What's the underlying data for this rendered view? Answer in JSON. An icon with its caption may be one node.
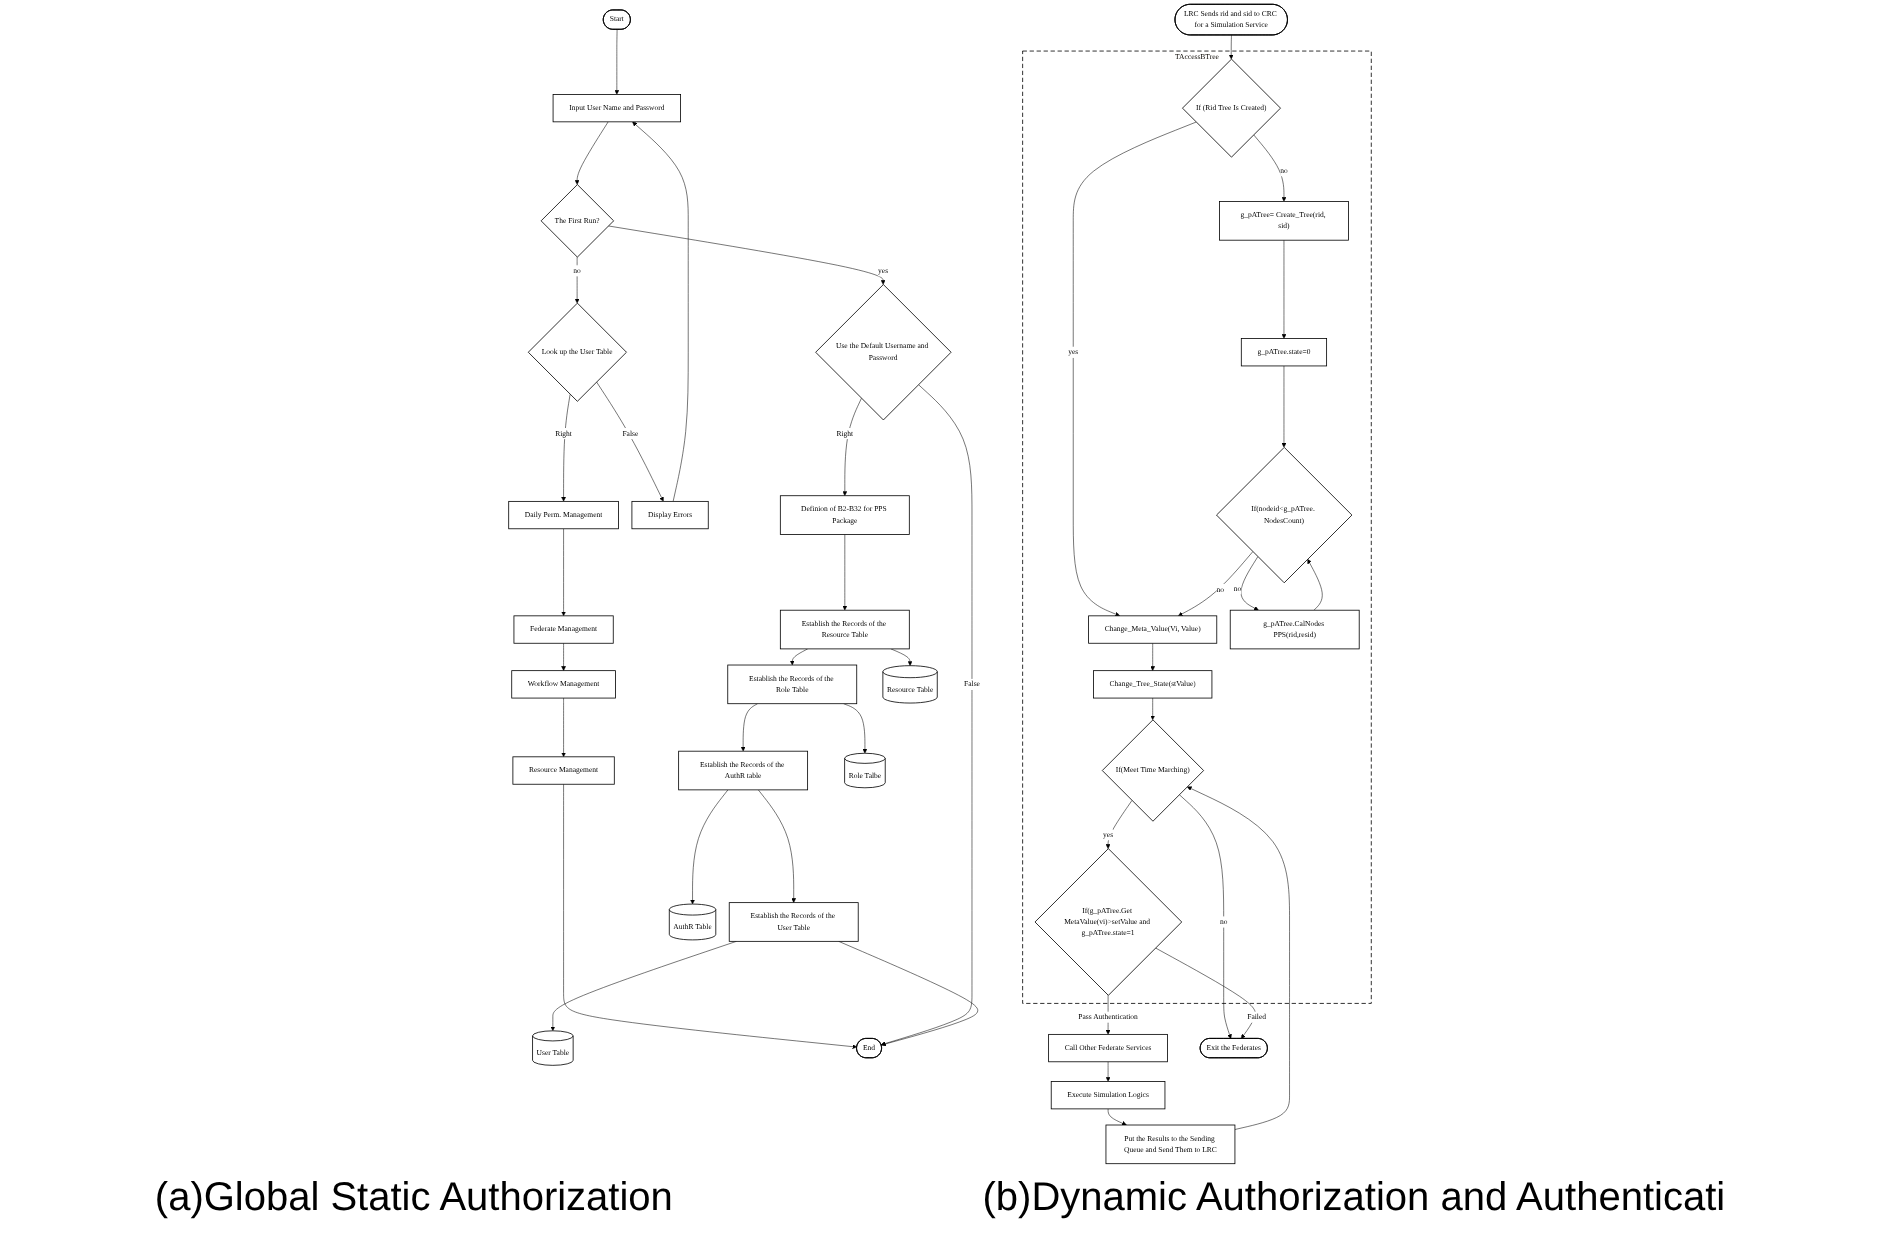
{
  "diagram": {
    "nodes": [
      {
        "text": [
          "Start"
        ]
      },
      {
        "text": [
          "Input User Name and Password"
        ]
      },
      {
        "text": [
          "The First Run?"
        ]
      },
      {
        "text": [
          "Display Errors"
        ]
      },
      {
        "text": [
          "Look up the User Table"
        ]
      },
      {
        "text": [
          "Use the Default Username and Password"
        ]
      },
      {
        "text": [
          "Daily Perm. Management"
        ]
      },
      {
        "text": [
          "Federate Management"
        ]
      },
      {
        "text": [
          "Definion of B2-B32 for PPS Package"
        ]
      },
      {
        "text": [
          "Workflow Management"
        ]
      },
      {
        "text": [
          "Establish the Records of the Resource Table"
        ]
      },
      {
        "text": [
          "Resource Table"
        ]
      },
      {
        "text": [
          "Resource Management"
        ]
      },
      {
        "text": [
          "Establish the Records of the Role Table"
        ]
      },
      {
        "text": [
          "Role Talbe"
        ]
      },
      {
        "text": [
          "Establish the Records of the AuthR table"
        ]
      },
      {
        "text": [
          "AuthR Table"
        ]
      },
      {
        "text": [
          "Establish the Records of the User Table"
        ]
      },
      {
        "text": [
          "User Table"
        ]
      },
      {
        "text": [
          "End"
        ]
      },
      {
        "text": [
          "LRC Sends rid and sid to CRC for a Simulation Service"
        ]
      },
      {
        "text": [
          "TAccessBTree"
        ]
      },
      {
        "text": [
          "If (Rid Tree Is Created)"
        ],
        "in": 21
      },
      {
        "text": [
          "g_pATree= Create_Tree(rid, sid)"
        ],
        "in": 21
      },
      {
        "text": [
          "Change_Meta_Value(Vi, Value)"
        ],
        "in": 21
      },
      {
        "text": [
          "g_pATree.state=0"
        ],
        "in": 21
      },
      {
        "text": [
          "Change_Tree_State(stValue)"
        ],
        "in": 21
      },
      {
        "text": [
          "If(nodeid<g_pATree. NodesCount)"
        ],
        "in": 21
      },
      {
        "text": [
          "If(Meet Time Marching)"
        ],
        "in": 21
      },
      {
        "text": [
          "g_pATree.CalNodes PPS(rid,resid)"
        ],
        "in": 21
      },
      {
        "text": [
          "If(g_pATree.Get MetaValue(vi)>setValue and g_pATree.state=1"
        ],
        "in": 21
      },
      {
        "text": [
          "Call Other Federate Services"
        ]
      },
      {
        "text": [
          "Execute Simulation Logics"
        ]
      },
      {
        "text": [
          "Put the Results to the Sending Queue and Send Them to LRC"
        ]
      },
      {
        "text": [
          "Exit the Federates"
        ]
      }
    ],
    "edges": [
      {
        "from": 0,
        "to": 1,
        "arrow": "to"
      },
      {
        "from": 1,
        "to": 2,
        "arrow": "to"
      },
      {
        "from": 2,
        "to": 4,
        "arrow": "to",
        "label": "no"
      },
      {
        "from": 2,
        "to": 5,
        "arrow": "to",
        "label": "yes"
      },
      {
        "from": 4,
        "to": 3,
        "arrow": "to",
        "label": "False"
      },
      {
        "from": 3,
        "to": 1,
        "arrow": "to"
      },
      {
        "from": 4,
        "to": 6,
        "arrow": "to",
        "label": "Right"
      },
      {
        "from": 6,
        "to": 7,
        "arrow": "to"
      },
      {
        "from": 7,
        "to": 9,
        "arrow": "to"
      },
      {
        "from": 9,
        "to": 12,
        "arrow": "to"
      },
      {
        "from": 12,
        "to": 19,
        "arrow": "to"
      },
      {
        "from": 5,
        "to": 19,
        "arrow": "to",
        "label": "False"
      },
      {
        "from": 5,
        "to": 8,
        "arrow": "to",
        "label": "Right"
      },
      {
        "from": 8,
        "to": 10,
        "arrow": "to"
      },
      {
        "from": 10,
        "to": 11,
        "arrow": "to"
      },
      {
        "from": 10,
        "to": 13,
        "arrow": "to"
      },
      {
        "from": 13,
        "to": 14,
        "arrow": "to"
      },
      {
        "from": 13,
        "to": 15,
        "arrow": "to"
      },
      {
        "from": 15,
        "to": 16,
        "arrow": "to"
      },
      {
        "from": 15,
        "to": 17,
        "arrow": "to"
      },
      {
        "from": 17,
        "to": 18,
        "arrow": "to"
      },
      {
        "from": 17,
        "to": 19,
        "arrow": "to"
      },
      {
        "from": 20,
        "to": 22,
        "arrow": "to"
      },
      {
        "from": 22,
        "to": 23,
        "arrow": "to",
        "label": "no"
      },
      {
        "from": 22,
        "to": 24,
        "arrow": "to",
        "label": "yes"
      },
      {
        "from": 23,
        "to": 25,
        "arrow": "to"
      },
      {
        "from": 25,
        "to": 27,
        "arrow": "to"
      },
      {
        "from": 27,
        "to": 24,
        "arrow": "to",
        "label": "no"
      },
      {
        "from": 27,
        "to": 29,
        "arrow": "to",
        "label": "no"
      },
      {
        "from": 29,
        "to": 27,
        "arrow": "to"
      },
      {
        "from": 24,
        "to": 26,
        "arrow": "to"
      },
      {
        "from": 26,
        "to": 28,
        "arrow": "to"
      },
      {
        "from": 28,
        "to": 30,
        "arrow": "to",
        "label": "yes"
      },
      {
        "from": 28,
        "to": 34,
        "arrow": "to",
        "label": "no"
      },
      {
        "from": 30,
        "to": 34,
        "arrow": "to",
        "label": "Failed"
      },
      {
        "from": 30,
        "to": 31,
        "arrow": "to",
        "label": "Pass Authentication"
      },
      {
        "from": 31,
        "to": 32,
        "arrow": "to"
      },
      {
        "from": 32,
        "to": 33,
        "arrow": "to"
      },
      {
        "from": 33,
        "to": 28,
        "arrow": "to"
      }
    ],
    "labels": [
      "(a)Global Static Authorization",
      "(b)Dynamic Authorization and Authenticati"
    ]
  }
}
